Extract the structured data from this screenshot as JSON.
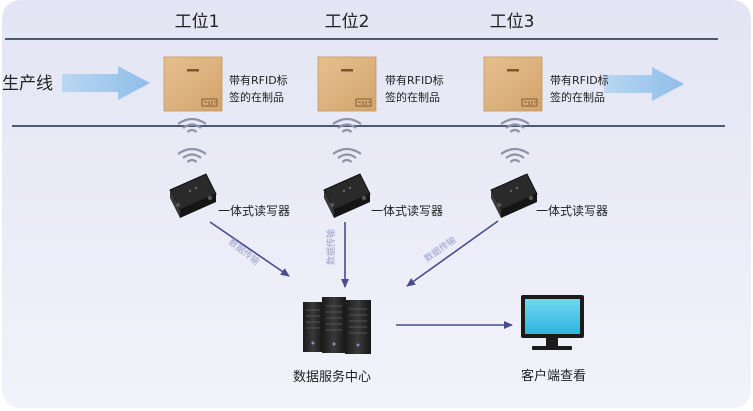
{
  "stations": [
    "工位1",
    "工位2",
    "工位3"
  ],
  "line_label": "生产线",
  "box_label": [
    "带有RFID标",
    "签的在制品"
  ],
  "reader_label": "一体式读写器",
  "flow_label": "数据传输",
  "server_label": "数据服务中心",
  "client_label": "客户端查看",
  "colors": {
    "panel": "#e8e9f5",
    "rail": "#4a5b78",
    "arrow": "#9ac2ea",
    "link": "#4a4c8c",
    "box": "#deb887",
    "wifi": "#8f93a6",
    "screen": "#48c6ea"
  }
}
